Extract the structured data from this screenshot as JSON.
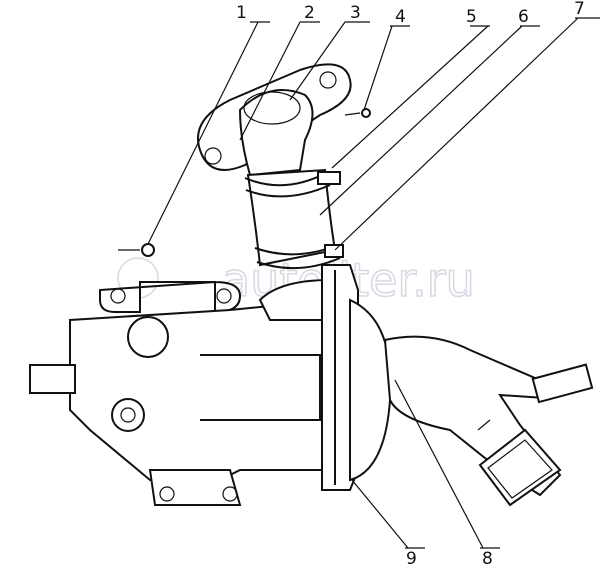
{
  "diagram": {
    "callouts": [
      "1",
      "2",
      "3",
      "4",
      "5",
      "6",
      "7",
      "8",
      "9"
    ],
    "watermark": "autoliter.ru"
  }
}
